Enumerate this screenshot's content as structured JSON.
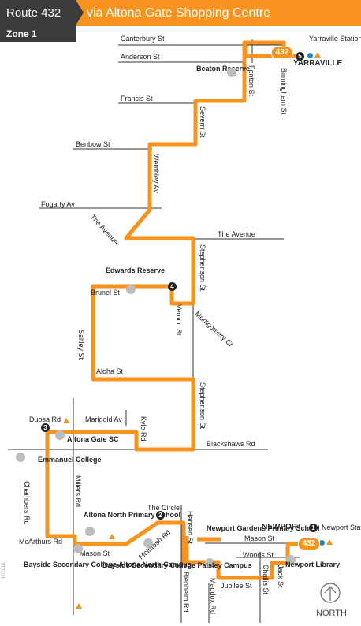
{
  "header": {
    "route": "Route 432",
    "via": "via Altona Gate Shopping Centre",
    "zone": "Zone 1"
  },
  "colors": {
    "route_line": "#f7931e",
    "header_dark": "#3b3b3b",
    "train": "#1e88c8"
  },
  "streets": {
    "canterbury": "Canterbury St",
    "anderson": "Anderson St",
    "francis": "Francis St",
    "benbow": "Benbow St",
    "fogarty": "Fogarty Av",
    "the_avenue_diag": "The Avenue",
    "the_avenue": "The Avenue",
    "fenton": "Fenton St",
    "birmingham": "Birmingham St",
    "severn": "Severn St",
    "wembley": "Wembley Av",
    "stephenson1": "Stephenson St",
    "brunel": "Brunel St",
    "vernon": "Vernon St",
    "montgomery": "Montgomery Cr",
    "saltley": "Saltley St",
    "aloha": "Aloha St",
    "stephenson2": "Stephenson St",
    "duosa": "Duosa Rd",
    "marigold": "Marigold Av",
    "kyle": "Kyle Rd",
    "blackshaws": "Blackshaws Rd",
    "chambers": "Chambers Rd",
    "millers": "Millers Rd",
    "mcarthurs": "McArthurs Rd",
    "mason1": "Mason St",
    "mcintosh": "McIntosh Rd",
    "the_circle": "The Circle",
    "hansen": "Hansen St",
    "mason2": "Mason St",
    "woods": "Woods St",
    "challis": "Challis St",
    "jack": "Jack St",
    "jubilee": "Jubilee St",
    "maddox": "Maddox Rd",
    "blenheim": "Blenheim Rd"
  },
  "places": {
    "yarraville_station": "Yarraville Station",
    "yarraville": "YARRAVILLE",
    "beaton": "Beaton Reserve",
    "edwards": "Edwards Reserve",
    "altona_gate": "Altona Gate SC",
    "emmanuel": "Emmanuel College",
    "altona_north_ps": "Altona North Primary School",
    "newport_gardens": "Newport Gardens Primary School",
    "newport": "NEWPORT",
    "newport_station": "Newport Station",
    "newport_library": "Newport Library",
    "bayside_an": "Bayside Secondary College Altona North Campus",
    "bayside_paisley": "Bayside Secondary College Paisley Campus"
  },
  "stops": {
    "s1": "1",
    "s2": "2",
    "s3": "3",
    "s4": "4",
    "s5": "5"
  },
  "route_badge": "432",
  "north": "NORTH",
  "side_code": "07/2012"
}
